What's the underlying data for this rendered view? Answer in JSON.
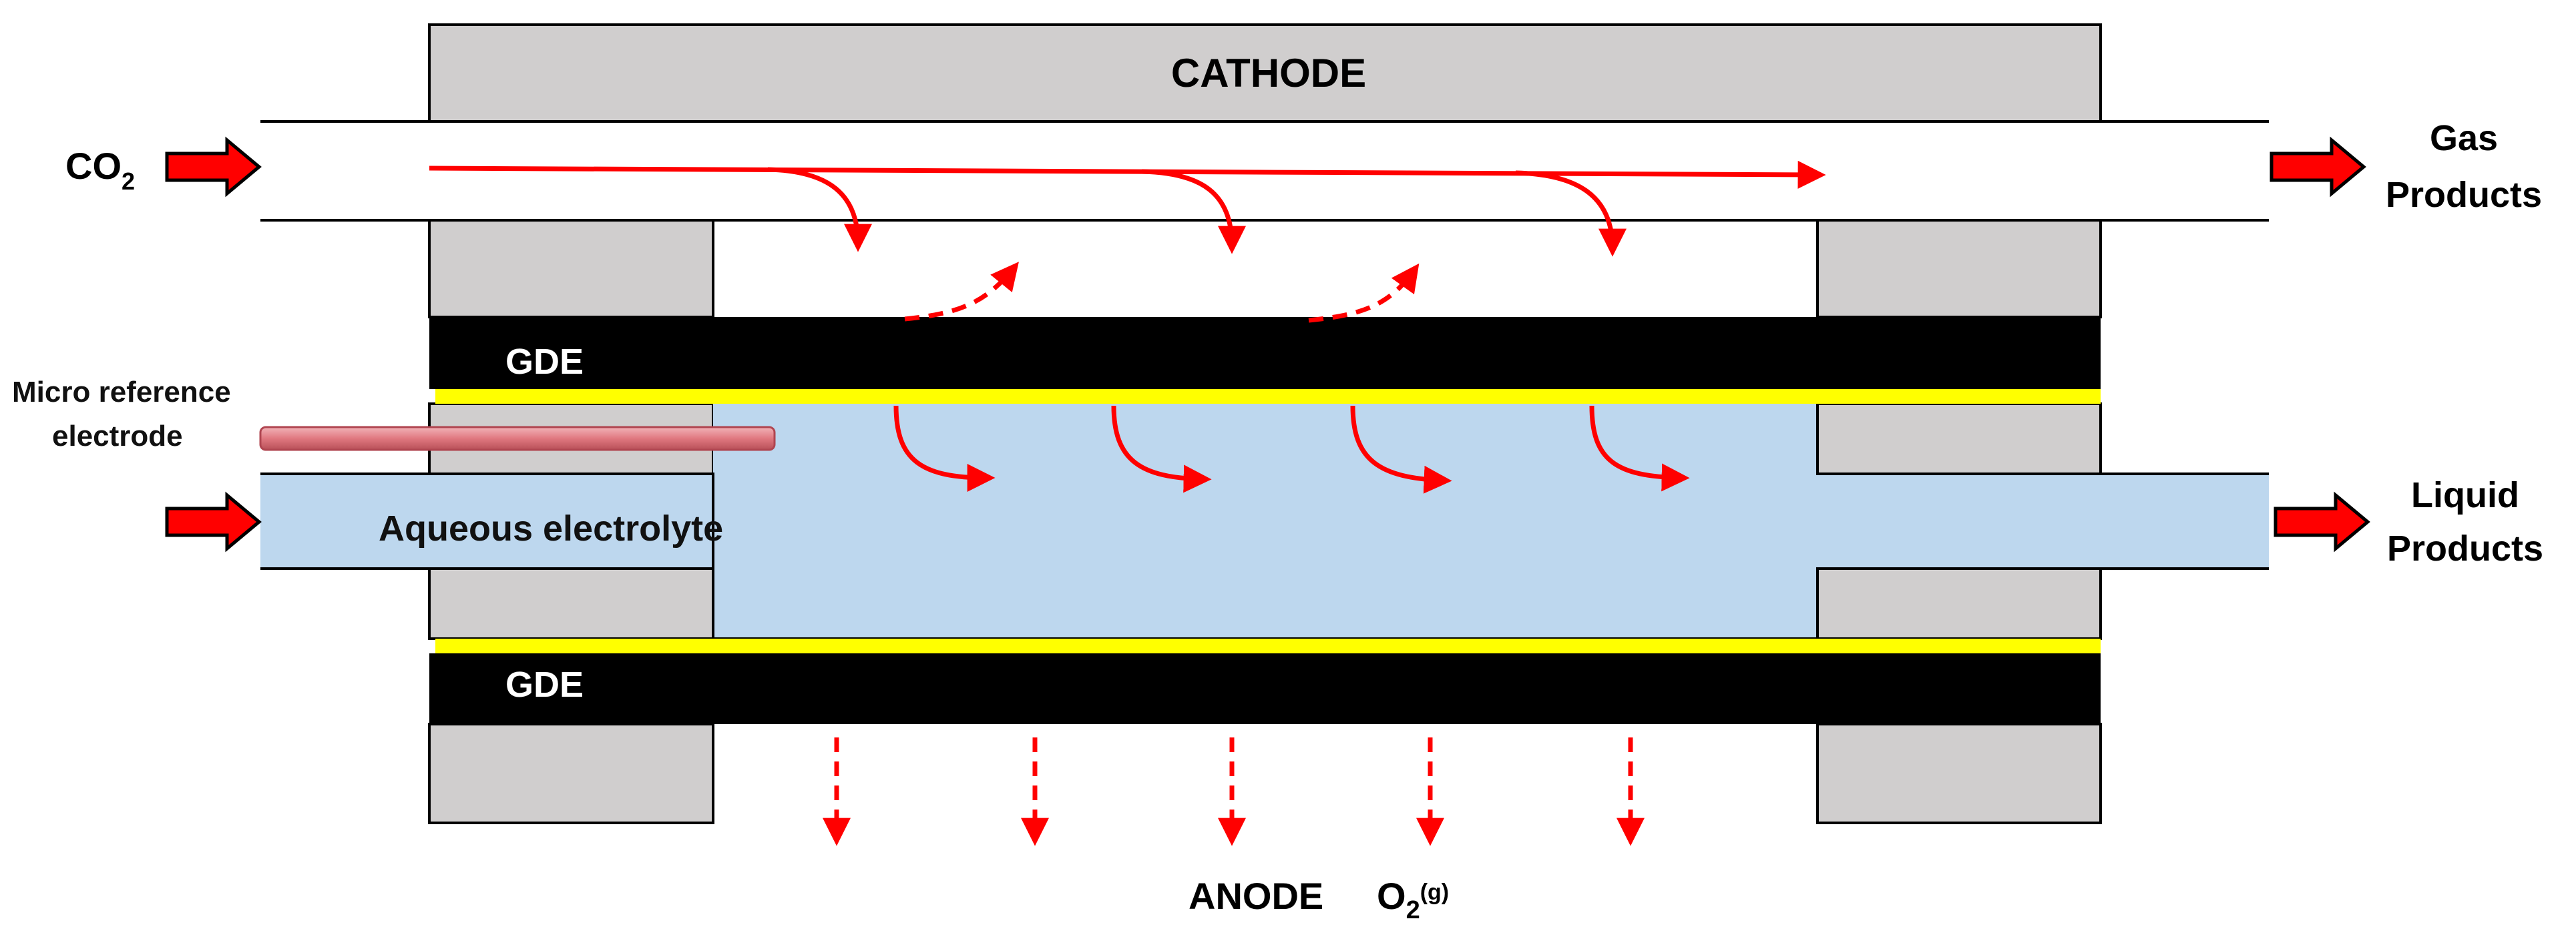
{
  "labels": {
    "cathode": "CATHODE",
    "co2_main": "CO",
    "co2_sub": "2",
    "gas_line1": "Gas",
    "gas_line2": "Products",
    "gde_top": "GDE",
    "gde_bottom": "GDE",
    "mre_line1": "Micro reference",
    "mre_line2": "electrode",
    "electrolyte": "Aqueous electrolyte",
    "liquid_line1": "Liquid",
    "liquid_line2": "Products",
    "anode": "ANODE",
    "o2_main": "O",
    "o2_sub": "2",
    "o2_state": "(g)"
  },
  "colors": {
    "housing": "#d0cece",
    "gde": "#000000",
    "catalyst_film": "#ffff00",
    "electrolyte": "#bdd7ee",
    "flow_arrow": "#ff0000",
    "reference_electrode": "#e8868e"
  },
  "icons": {
    "inlet_arrow": "block-arrow-right",
    "outlet_arrow": "block-arrow-right",
    "flow_arrow": "curved-arrow",
    "gas_arrow": "dashed-arrow"
  }
}
